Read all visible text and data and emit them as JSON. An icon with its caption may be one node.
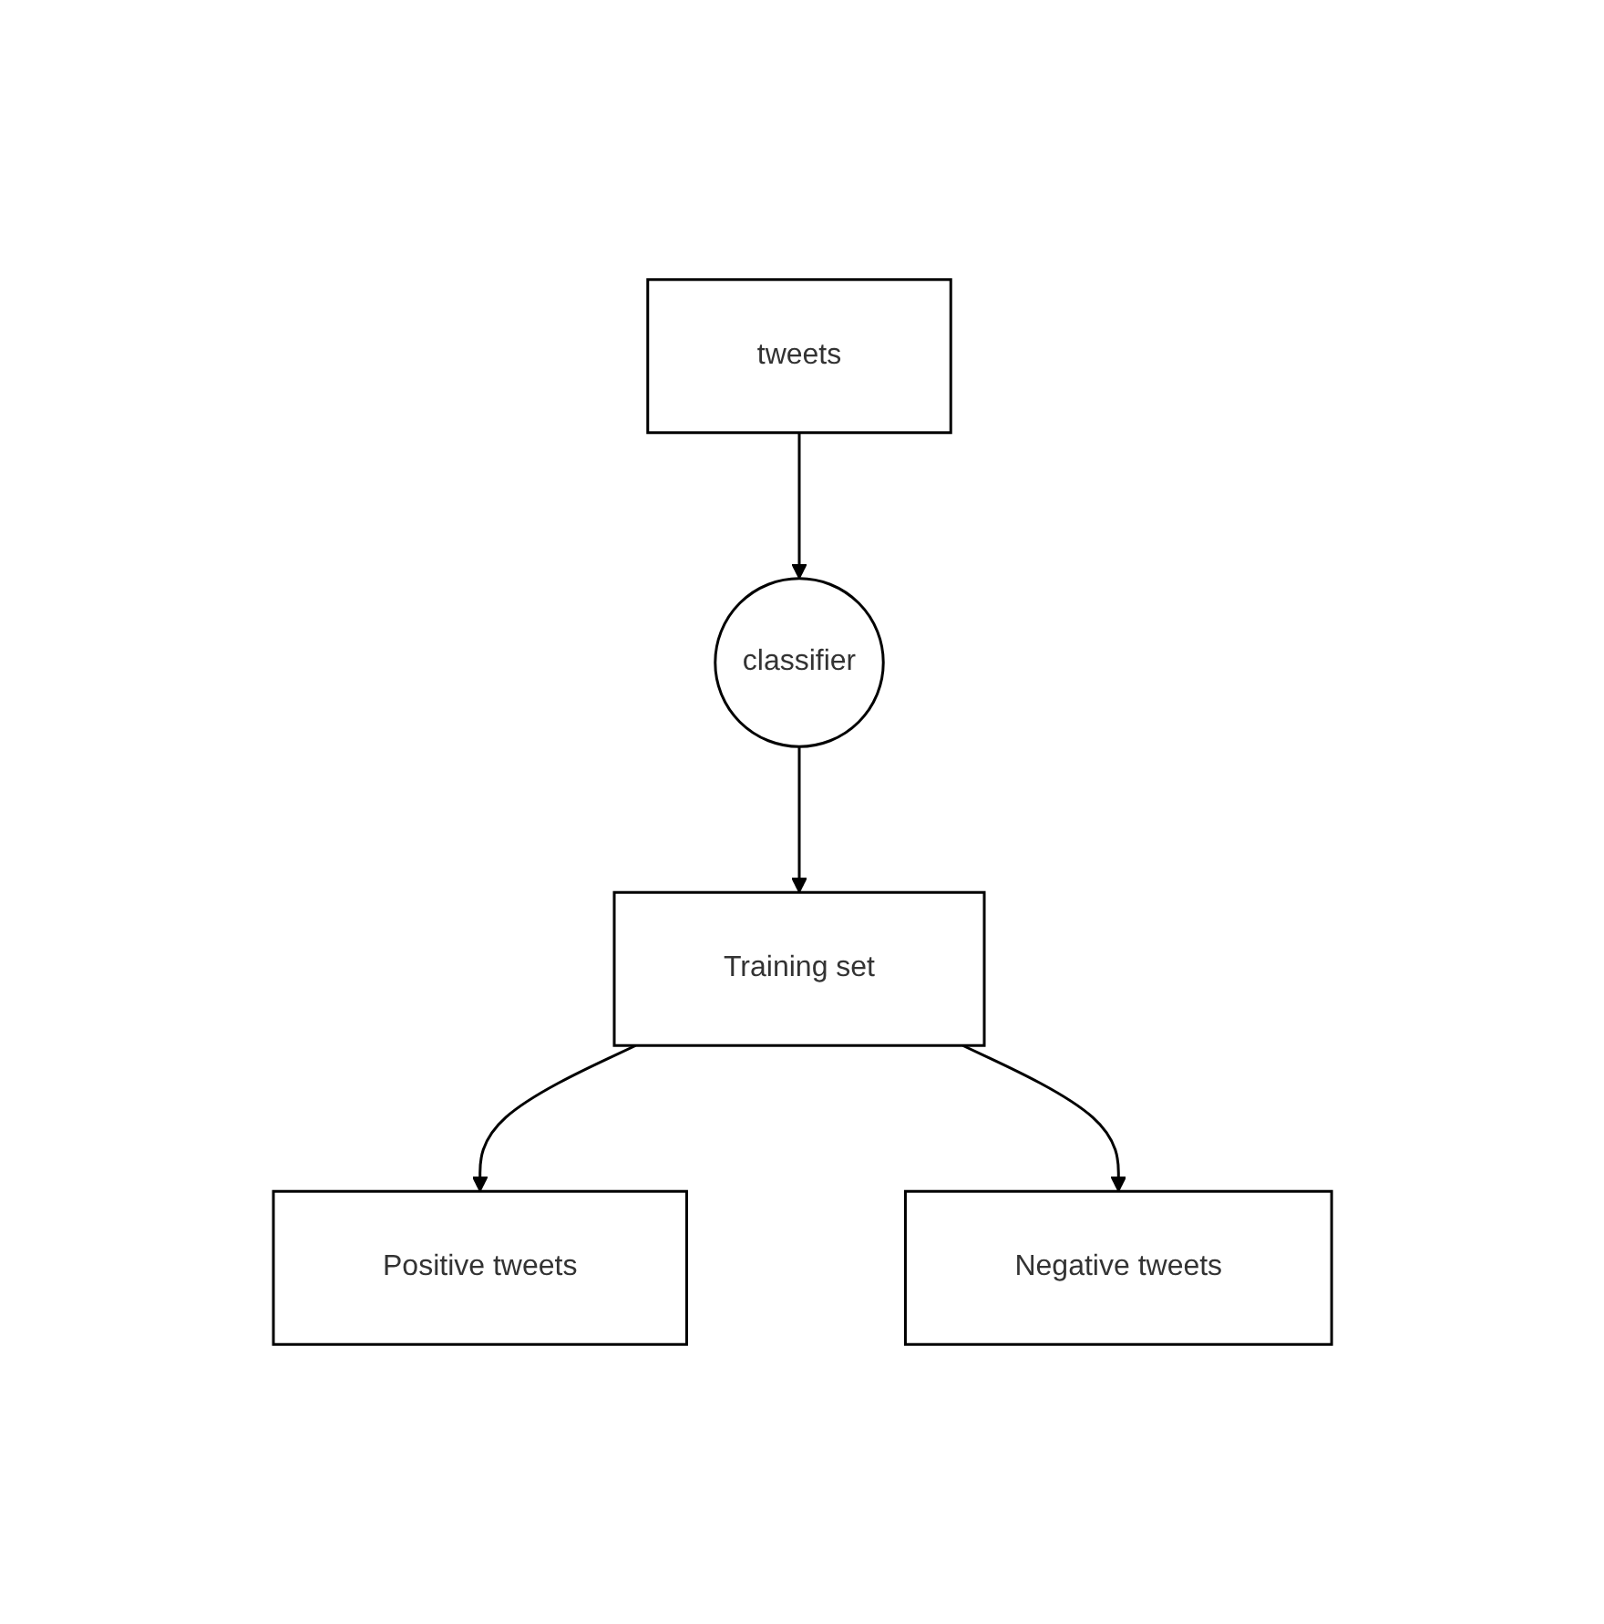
{
  "diagram": {
    "nodes": [
      {
        "text": [
          "tweets"
        ]
      },
      {
        "text": [
          "classifier"
        ]
      },
      {
        "text": [
          "Training set"
        ]
      },
      {
        "text": [
          "Positive tweets"
        ]
      },
      {
        "text": [
          "Negative tweets"
        ]
      }
    ],
    "edges": [
      {
        "from": 0,
        "to": 1,
        "arrow": "to"
      },
      {
        "from": 1,
        "to": 2,
        "arrow": "to"
      },
      {
        "from": 2,
        "to": 3,
        "arrow": "to"
      },
      {
        "from": 2,
        "to": 4,
        "arrow": "to"
      }
    ]
  }
}
